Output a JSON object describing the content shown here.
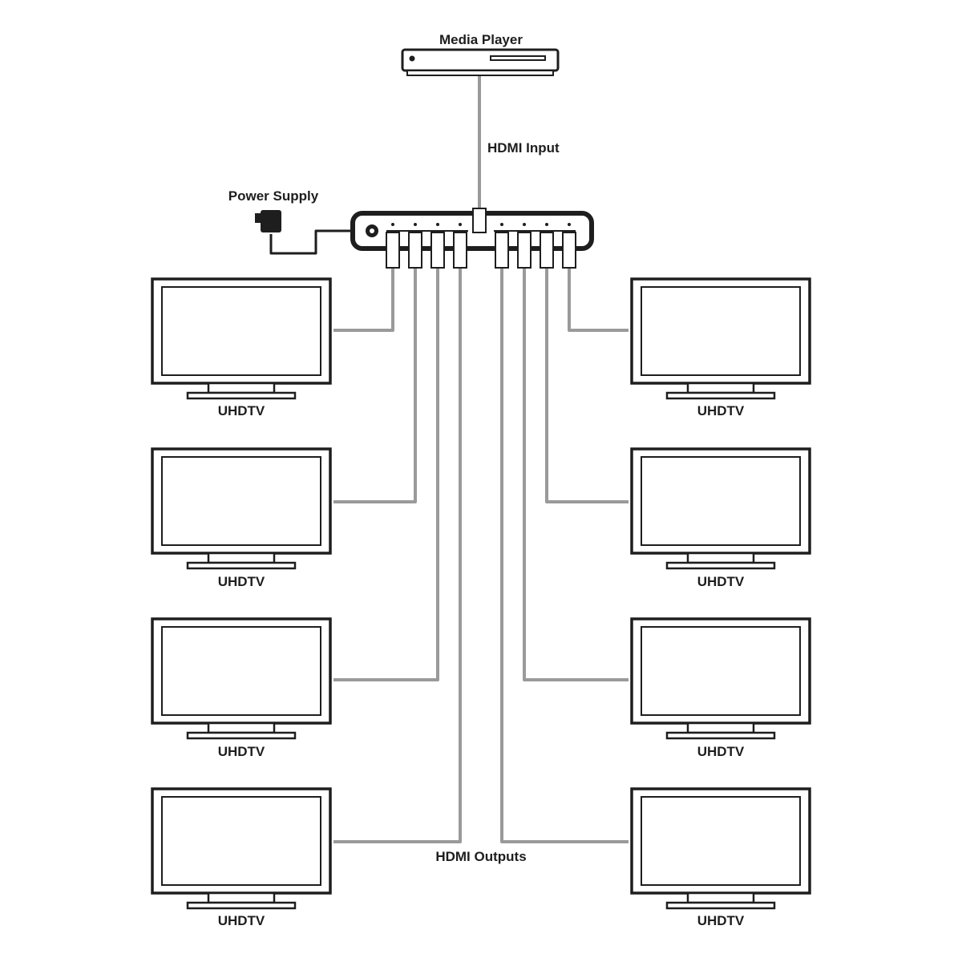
{
  "labels": {
    "media_player": "Media Player",
    "hdmi_input": "HDMI Input",
    "power_supply": "Power Supply",
    "hdmi_outputs": "HDMI Outputs"
  },
  "displays": [
    {
      "label": "UHDTV"
    },
    {
      "label": "UHDTV"
    },
    {
      "label": "UHDTV"
    },
    {
      "label": "UHDTV"
    },
    {
      "label": "UHDTV"
    },
    {
      "label": "UHDTV"
    },
    {
      "label": "UHDTV"
    },
    {
      "label": "UHDTV"
    }
  ],
  "colors": {
    "stroke": "#1e1e1e",
    "cable": "#9a9a9a",
    "background": "#ffffff"
  }
}
